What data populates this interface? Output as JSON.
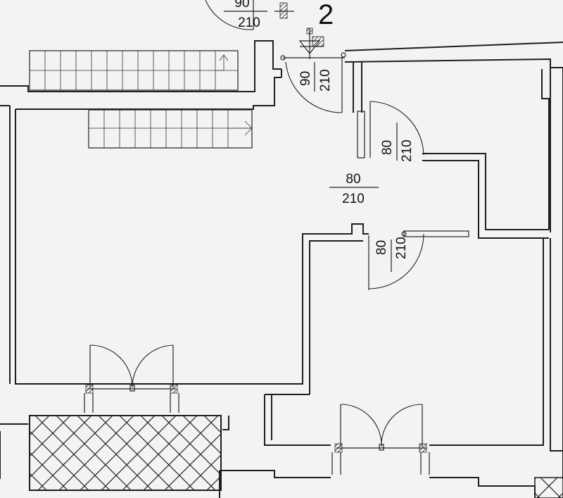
{
  "floor_number": "2",
  "door_labels": {
    "top_left_width": "90",
    "top_left_height": "210",
    "entry_width": "90",
    "entry_height": "210",
    "bath_width": "80",
    "bath_height": "210",
    "room_a_width": "80",
    "room_a_height": "210",
    "room_b_width": "80",
    "room_b_height": "210"
  },
  "colors": {
    "paper": "#f3f3f1",
    "ink": "#1e1e1e"
  }
}
